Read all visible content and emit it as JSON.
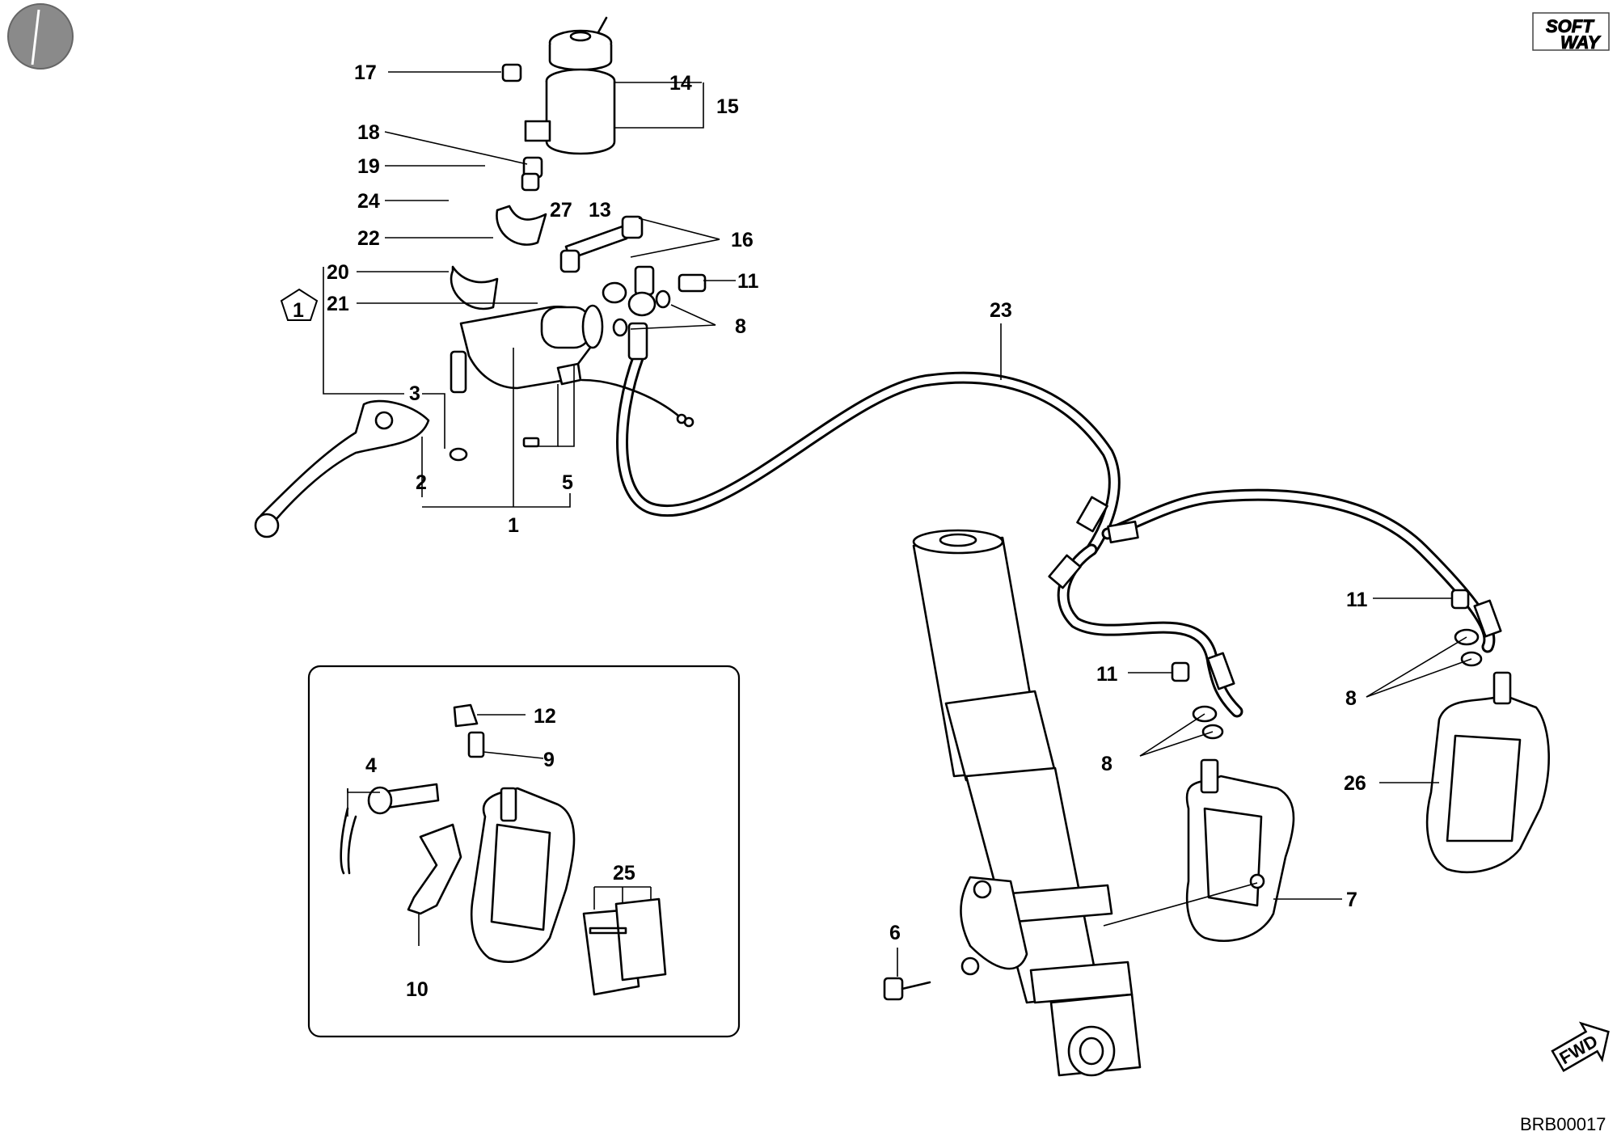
{
  "brand": {
    "logo_line1": "SOFT",
    "logo_line2": "WAY"
  },
  "fwd_label": "FWD",
  "drawing_code": "BRB00017",
  "note_symbol": "1",
  "callouts": [
    {
      "id": "c17",
      "text": "17"
    },
    {
      "id": "c14",
      "text": "14"
    },
    {
      "id": "c15",
      "text": "15"
    },
    {
      "id": "c18",
      "text": "18"
    },
    {
      "id": "c19",
      "text": "19"
    },
    {
      "id": "c24",
      "text": "24"
    },
    {
      "id": "c27",
      "text": "27"
    },
    {
      "id": "c13",
      "text": "13"
    },
    {
      "id": "c16",
      "text": "16"
    },
    {
      "id": "c22",
      "text": "22"
    },
    {
      "id": "c20",
      "text": "20"
    },
    {
      "id": "c11a",
      "text": "11"
    },
    {
      "id": "c21",
      "text": "21"
    },
    {
      "id": "c8a",
      "text": "8"
    },
    {
      "id": "c23",
      "text": "23"
    },
    {
      "id": "c3",
      "text": "3"
    },
    {
      "id": "c2",
      "text": "2"
    },
    {
      "id": "c5",
      "text": "5"
    },
    {
      "id": "c1",
      "text": "1"
    },
    {
      "id": "c11b",
      "text": "11"
    },
    {
      "id": "c11c",
      "text": "11"
    },
    {
      "id": "c8b",
      "text": "8"
    },
    {
      "id": "c8c",
      "text": "8"
    },
    {
      "id": "c26",
      "text": "26"
    },
    {
      "id": "c12",
      "text": "12"
    },
    {
      "id": "c9",
      "text": "9"
    },
    {
      "id": "c4",
      "text": "4"
    },
    {
      "id": "c25",
      "text": "25"
    },
    {
      "id": "c10",
      "text": "10"
    },
    {
      "id": "c6",
      "text": "6"
    },
    {
      "id": "c7",
      "text": "7"
    }
  ]
}
